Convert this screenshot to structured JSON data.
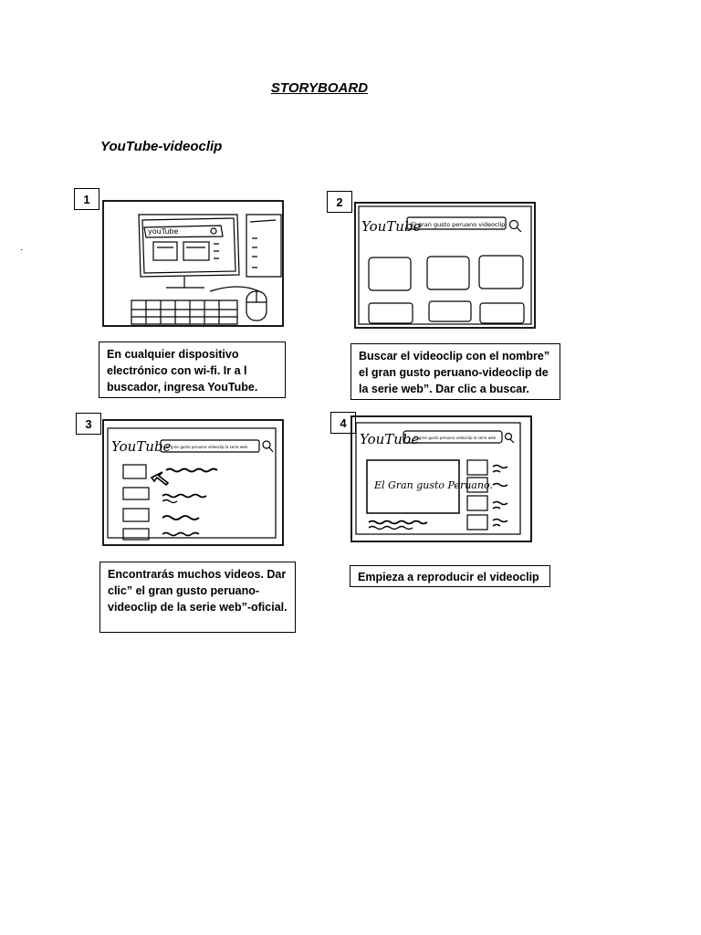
{
  "doc": {
    "title": "STORYBOARD",
    "subtitle": "YouTube-videoclip"
  },
  "frames": [
    {
      "number": "1",
      "caption": "En cualquier dispositivo electrónico con wi-fi. Ir a l buscador, ingresa YouTube.",
      "sketch_text": "youTube"
    },
    {
      "number": "2",
      "caption": "Buscar el videoclip con el nombre” el gran gusto peruano-videoclip de la serie web”. Dar clic a buscar.",
      "sketch_logo": "YouTube",
      "sketch_search": "El gran gusto peruano videoclip"
    },
    {
      "number": "3",
      "caption": "Encontrarás muchos videos. Dar clic” el gran gusto peruano-videoclip de la serie web”-oficial.",
      "sketch_logo": "YouTube",
      "sketch_search": "El gran gusto peruano videoclip la serie web"
    },
    {
      "number": "4",
      "caption": "Empieza a reproducir el videoclip",
      "sketch_logo": "YouTube",
      "sketch_search": "El gran gusto peruano videoclip la serie web",
      "sketch_video_text": "El Gran gusto Peruano."
    }
  ]
}
